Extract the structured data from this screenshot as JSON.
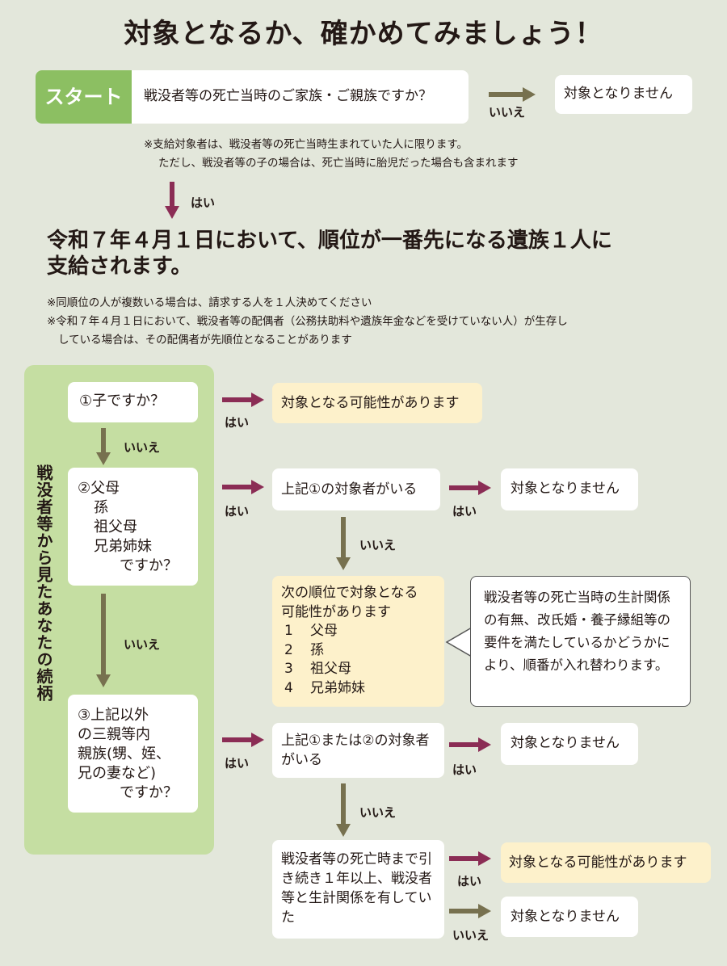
{
  "title": "対象となるか、確かめてみましょう！",
  "start": {
    "badge": "スタート",
    "question": "戦没者等の死亡当時のご家族・ご親族ですか？",
    "no_label": "いいえ",
    "no_result": "対象となりません"
  },
  "start_notes": [
    "※支給対象者は、戦没者等の死亡当時生まれていた人に限ります。",
    "ただし、戦没者等の子の場合は、死亡当時に胎児だった場合も含まれます"
  ],
  "yes_label": "はい",
  "headline": [
    "令和７年４月１日において、順位が一番先になる遺族１人に",
    "支給されます。"
  ],
  "notes": [
    "※同順位の人が複数いる場合は、請求する人を１人決めてください",
    "※令和７年４月１日において、戦没者等の配偶者（公務扶助料や遺族年金などを受けていない人）が生存し",
    "している場合は、その配偶者が先順位となることがあります"
  ],
  "panel_label": "戦没者等から見たあなたの続柄",
  "labels": {
    "yes": "はい",
    "no": "いいえ"
  },
  "q1": {
    "text": "①子ですか？",
    "result": "対象となる可能性があります"
  },
  "q2": {
    "lines": [
      "②父母",
      "孫",
      "祖父母",
      "兄弟姉妹",
      "ですか？"
    ],
    "check": "上記①の対象者がいる",
    "check_yes": "対象となりません",
    "order_title": [
      "次の順位で対象となる",
      "可能性があります"
    ],
    "order": [
      {
        "n": "1",
        "name": "父母"
      },
      {
        "n": "2",
        "name": "孫"
      },
      {
        "n": "3",
        "name": "祖父母"
      },
      {
        "n": "4",
        "name": "兄弟姉妹"
      }
    ],
    "callout": "戦没者等の死亡当時の生計関係の有無、改氏婚・養子縁組等の要件を満たしているかどうかにより、順番が入れ替わります。"
  },
  "q3": {
    "lines": [
      "③上記以外",
      "の三親等内",
      "親族(甥、姪、",
      "兄の妻など)",
      "ですか？"
    ],
    "check": "上記①または②の対象者がいる",
    "check_yes": "対象となりません",
    "final": "戦没者等の死亡時まで引き続き１年以上、戦没者等と生計関係を有していた",
    "final_yes": "対象となる可能性があります",
    "final_no": "対象となりません"
  }
}
